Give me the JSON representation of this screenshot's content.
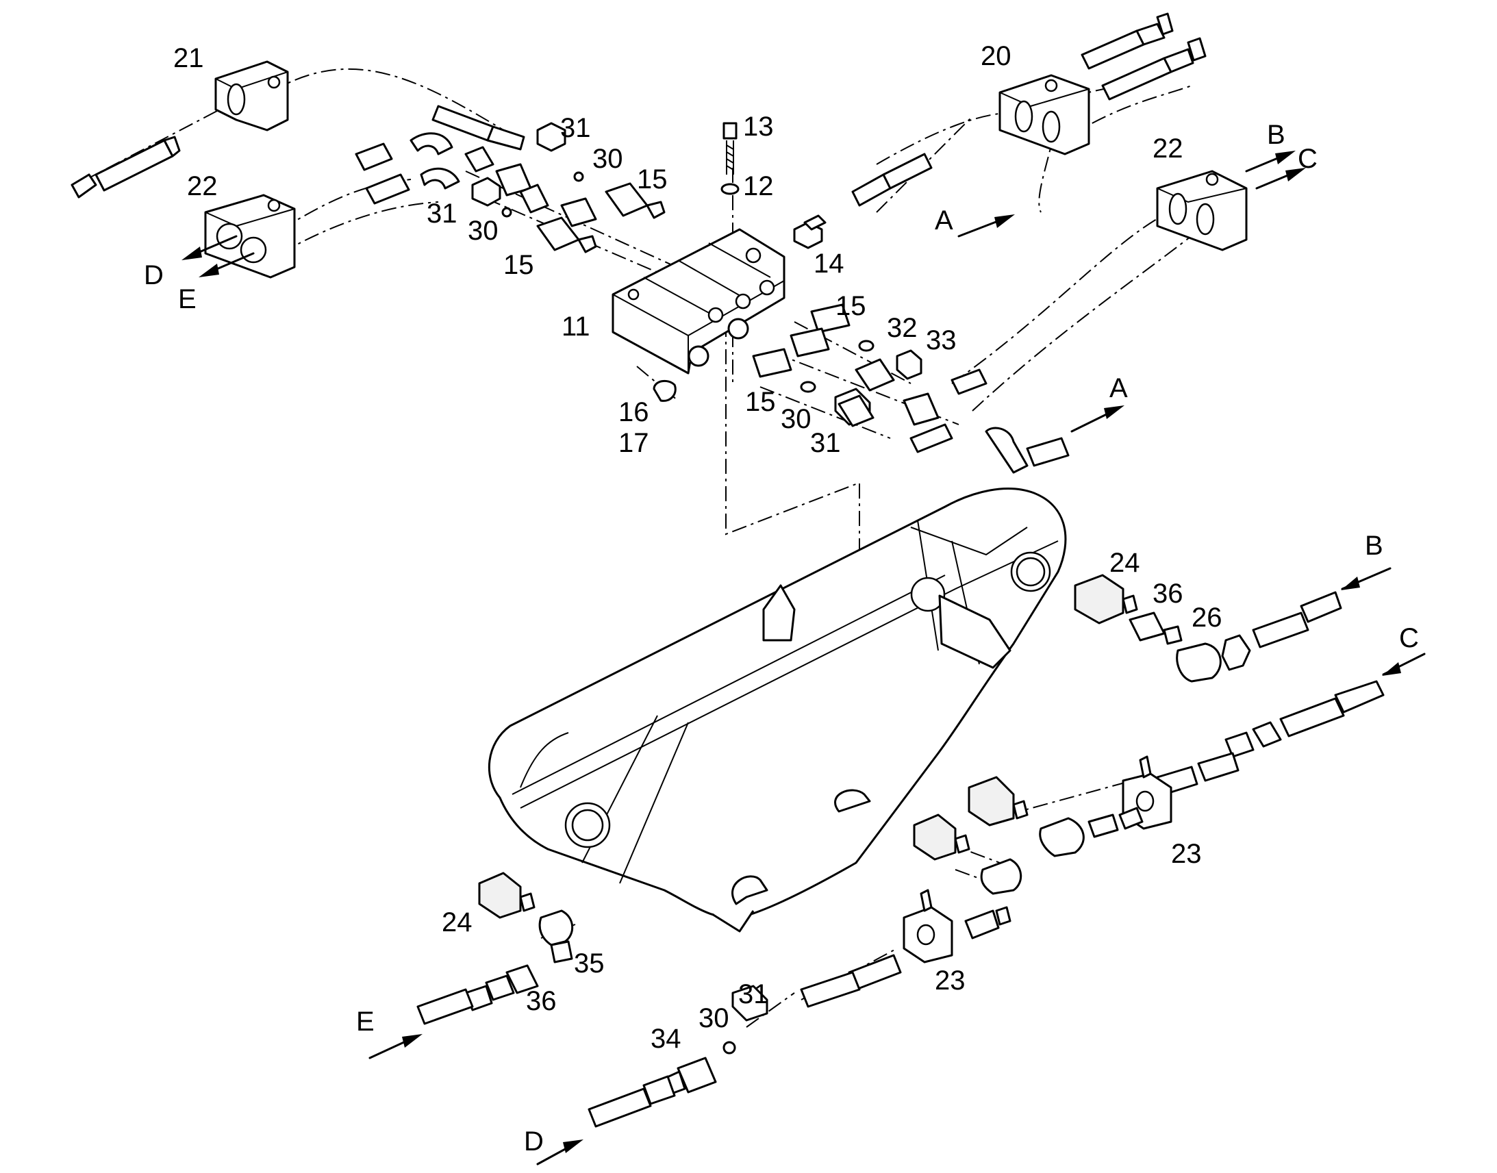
{
  "diagram": {
    "part_numbers": [
      {
        "id": "p21",
        "text": "21"
      },
      {
        "id": "p22a",
        "text": "22"
      },
      {
        "id": "p31a",
        "text": "31"
      },
      {
        "id": "p30a",
        "text": "30"
      },
      {
        "id": "p15a",
        "text": "15"
      },
      {
        "id": "p31b",
        "text": "31"
      },
      {
        "id": "p30b",
        "text": "30"
      },
      {
        "id": "p15b",
        "text": "15"
      },
      {
        "id": "p13",
        "text": "13"
      },
      {
        "id": "p12",
        "text": "12"
      },
      {
        "id": "p14",
        "text": "14"
      },
      {
        "id": "p11",
        "text": "11"
      },
      {
        "id": "p16",
        "text": "16"
      },
      {
        "id": "p17",
        "text": "17"
      },
      {
        "id": "p15c",
        "text": "15"
      },
      {
        "id": "p32",
        "text": "32"
      },
      {
        "id": "p33",
        "text": "33"
      },
      {
        "id": "p15d",
        "text": "15"
      },
      {
        "id": "p30c",
        "text": "30"
      },
      {
        "id": "p31c",
        "text": "31"
      },
      {
        "id": "p20",
        "text": "20"
      },
      {
        "id": "p22b",
        "text": "22"
      },
      {
        "id": "p24a",
        "text": "24"
      },
      {
        "id": "p36a",
        "text": "36"
      },
      {
        "id": "p26",
        "text": "26"
      },
      {
        "id": "p23a",
        "text": "23"
      },
      {
        "id": "p23b",
        "text": "23"
      },
      {
        "id": "p24b",
        "text": "24"
      },
      {
        "id": "p35",
        "text": "35"
      },
      {
        "id": "p36b",
        "text": "36"
      },
      {
        "id": "p31d",
        "text": "31"
      },
      {
        "id": "p30d",
        "text": "30"
      },
      {
        "id": "p34",
        "text": "34"
      }
    ],
    "connection_letters": [
      {
        "id": "cD1",
        "text": "D"
      },
      {
        "id": "cE1",
        "text": "E"
      },
      {
        "id": "cA1",
        "text": "A"
      },
      {
        "id": "cB1",
        "text": "B"
      },
      {
        "id": "cC1",
        "text": "C"
      },
      {
        "id": "cA2",
        "text": "A"
      },
      {
        "id": "cB2",
        "text": "B"
      },
      {
        "id": "cC2",
        "text": "C"
      },
      {
        "id": "cE2",
        "text": "E"
      },
      {
        "id": "cD2",
        "text": "D"
      }
    ]
  }
}
